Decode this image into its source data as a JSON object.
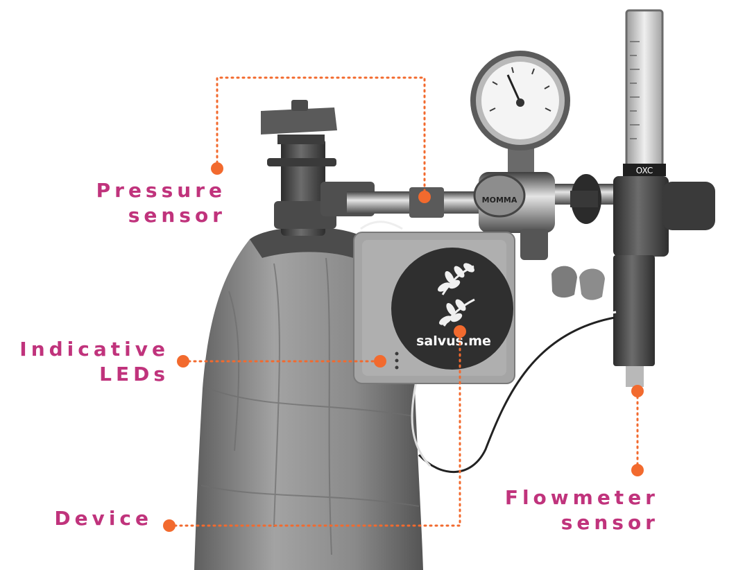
{
  "labels": {
    "pressure": {
      "line1": "Pressure",
      "line2": "sensor"
    },
    "leds": {
      "line1": "Indicative",
      "line2": "LEDs"
    },
    "device": {
      "line1": "Device"
    },
    "flowmeter": {
      "line1": "Flowmeter",
      "line2": "sensor"
    }
  },
  "device_logo": {
    "text": "salvus.me"
  },
  "flowmeter_tube": {
    "text": "OXC"
  },
  "regulator_badge": {
    "text": "MOMMA"
  },
  "colors": {
    "label": "#c0337c",
    "callout": "#f26a2e",
    "background": "#ffffff"
  }
}
